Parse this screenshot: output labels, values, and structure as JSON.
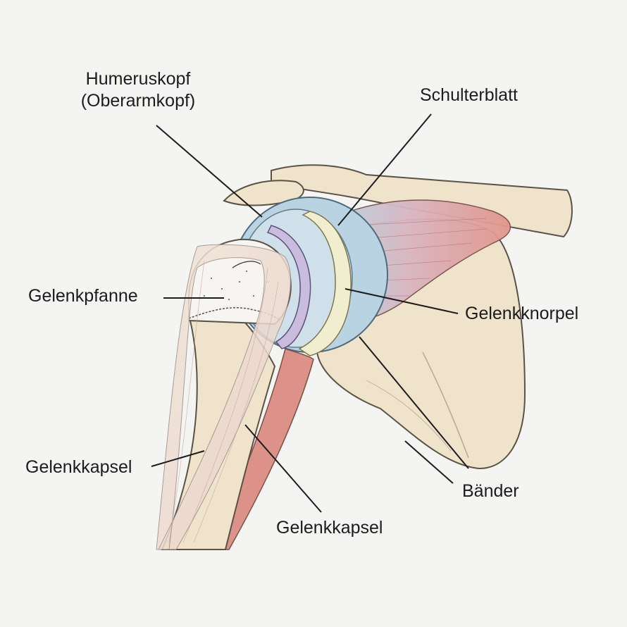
{
  "labels": {
    "humeral_head_line1": "Humeruskopf",
    "humeral_head_line2": "(Oberarmkopf)",
    "scapula": "Schulterblatt",
    "glenoid": "Gelenkpfanne",
    "cartilage": "Gelenkknorpel",
    "capsule_left": "Gelenkkapsel",
    "capsule_bottom": "Gelenkkapsel",
    "ligaments": "Bänder"
  },
  "colors": {
    "background": "#f4f4f3",
    "bone": "#efe3cc",
    "cartilage_blue": "#b9d3e2",
    "cartilage_cream": "#f1edcf",
    "labrum_purple": "#c9bcde",
    "muscle_red": "#dc9288",
    "leader_line": "#1c1c1c"
  }
}
